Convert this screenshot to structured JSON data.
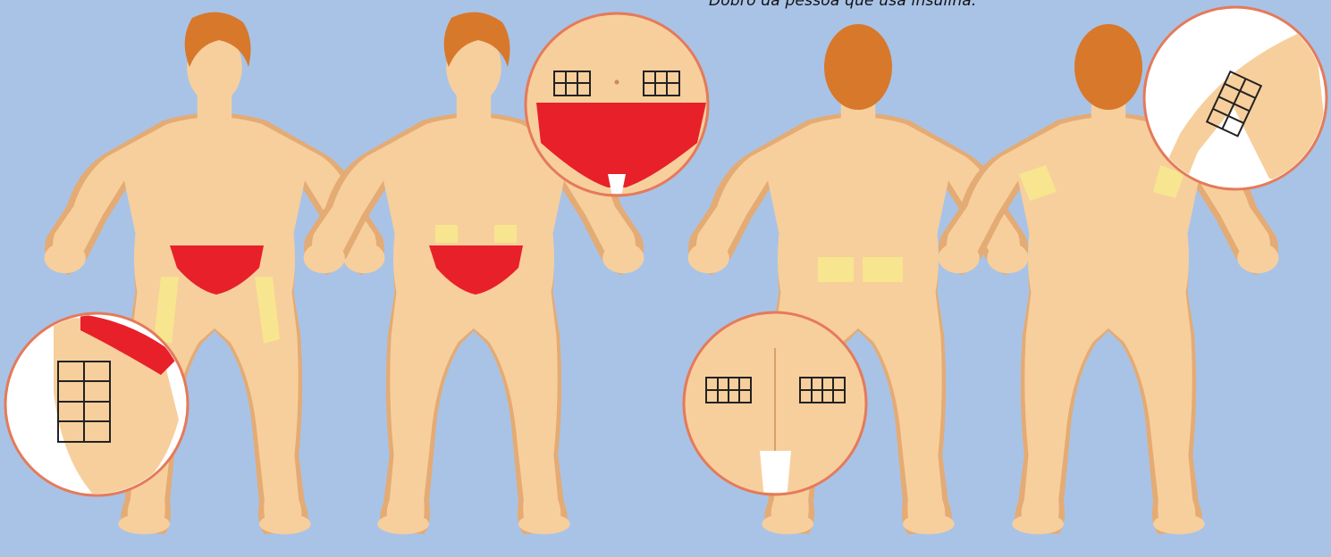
{
  "caption": "Dobro da pessoa que usa insulina.",
  "figures": [
    {
      "view": "front",
      "injection_sites": [
        "thigh-left",
        "thigh-right"
      ]
    },
    {
      "view": "front",
      "injection_sites": [
        "abdomen-left",
        "abdomen-right"
      ]
    },
    {
      "view": "back",
      "injection_sites": [
        "buttock-left",
        "buttock-right"
      ]
    },
    {
      "view": "back",
      "injection_sites": [
        "upper-arm-left",
        "upper-arm-right"
      ]
    }
  ],
  "zoom_insets": [
    "thigh-detail",
    "abdomen-detail",
    "buttocks-detail",
    "upper-arm-detail"
  ],
  "colors": {
    "background": "#a9c3e6",
    "skin": "#f7cf9c",
    "skin_shadow": "#e4ab74",
    "hair": "#d8782b",
    "underwear": "#e8202a",
    "site_highlight": "#f7e58f",
    "inset_border": "#e57a5a"
  }
}
